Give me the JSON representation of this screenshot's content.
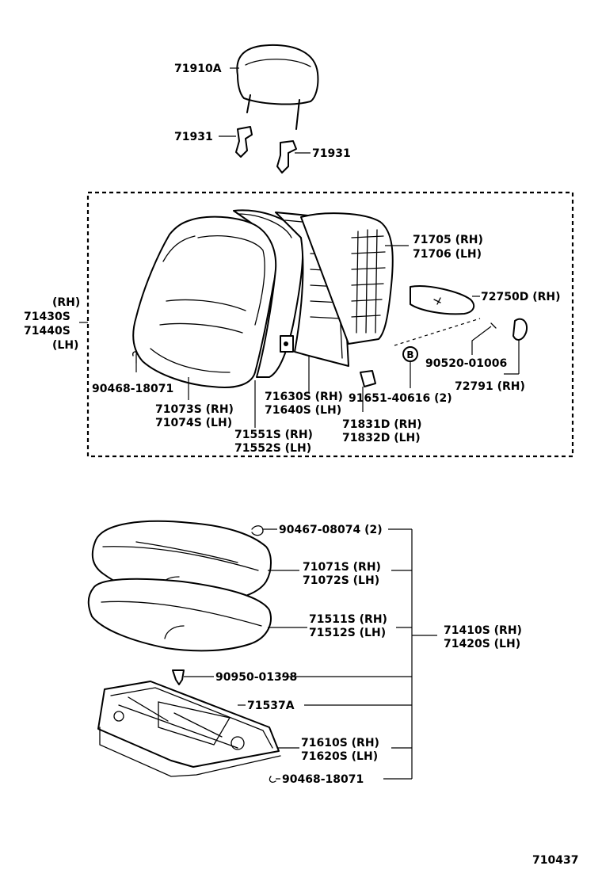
{
  "labels": {
    "headrest": "71910A",
    "support_left": "71931",
    "support_right": "71931",
    "back_assy_rh_tag": "(RH)",
    "back_assy_rh": "71430S",
    "back_assy_lh": "71440S",
    "back_assy_lh_tag": "(LH)",
    "clip_back": "90468-18071",
    "back_cover_rh": "71073S (RH)",
    "back_cover_lh": "71074S (LH)",
    "back_pad_rh": "71551S (RH)",
    "back_pad_lh": "71552S (LH)",
    "back_frame_rh": "71630S (RH)",
    "back_frame_lh": "71640S (LH)",
    "hinge_cover_rh": "71831D (RH)",
    "hinge_cover_lh": "71832D (LH)",
    "screw": "91651-40616 (2)",
    "back_board_rh": "71705 (RH)",
    "back_board_lh": "71706 (LH)",
    "knob": "72750D (RH)",
    "pin": "90520-01006",
    "lever": "72791 (RH)",
    "b_marker": "B",
    "nut": "90467-08074 (2)",
    "cushion_cover_rh": "71071S (RH)",
    "cushion_cover_lh": "71072S (LH)",
    "cushion_pad_rh": "71511S (RH)",
    "cushion_pad_lh": "71512S (LH)",
    "cushion_assy_rh": "71410S (RH)",
    "cushion_assy_lh": "71420S (LH)",
    "clip_cushion": "90950-01398",
    "cushion_spring": "71537A",
    "cushion_frame_rh": "71610S (RH)",
    "cushion_frame_lh": "71620S (LH)",
    "clip_bottom": "90468-18071",
    "figure_number": "710437"
  }
}
